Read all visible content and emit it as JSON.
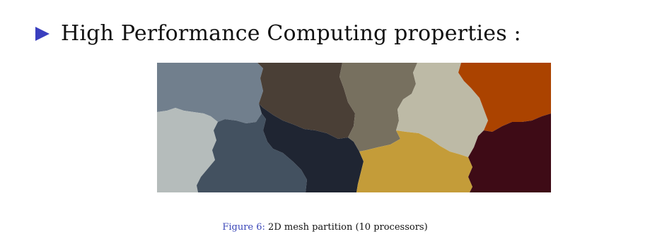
{
  "bullet": {
    "icon": "triangle-bullet-icon",
    "icon_color": "#3a3fbf",
    "text": "High Performance Computing properties :"
  },
  "figure": {
    "caption_label": "Figure 6:",
    "caption_text": "2D mesh partition (10 processors)",
    "caption_label_color": "#3b47b8",
    "partition_colors": [
      "#717f8d",
      "#4a3f36",
      "#77705f",
      "#bdbaa6",
      "#ab4300",
      "#b5bcbb",
      "#435160",
      "#1f2532",
      "#c49c39",
      "#3e0b16"
    ]
  }
}
